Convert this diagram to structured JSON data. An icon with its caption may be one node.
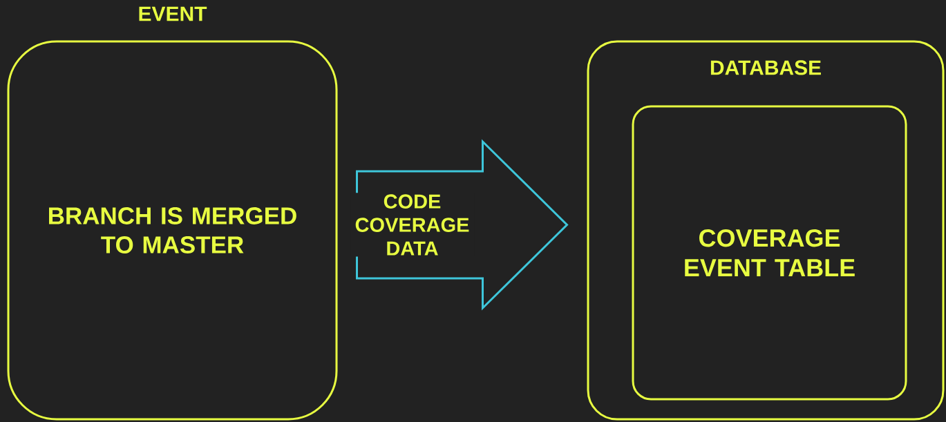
{
  "diagram": {
    "nodes": [
      {
        "text": [
          "EVENT",
          "BRANCH IS MERGED TO MASTER"
        ]
      },
      {
        "text": [
          "DATABASE"
        ]
      },
      {
        "text": [
          "COVERAGE EVENT TABLE"
        ],
        "in": 1
      }
    ],
    "edges": [
      {
        "from": 0,
        "to": 1,
        "arrow": "to",
        "label": "CODE COVERAGE DATA",
        "color": "#3ec6da"
      }
    ]
  }
}
